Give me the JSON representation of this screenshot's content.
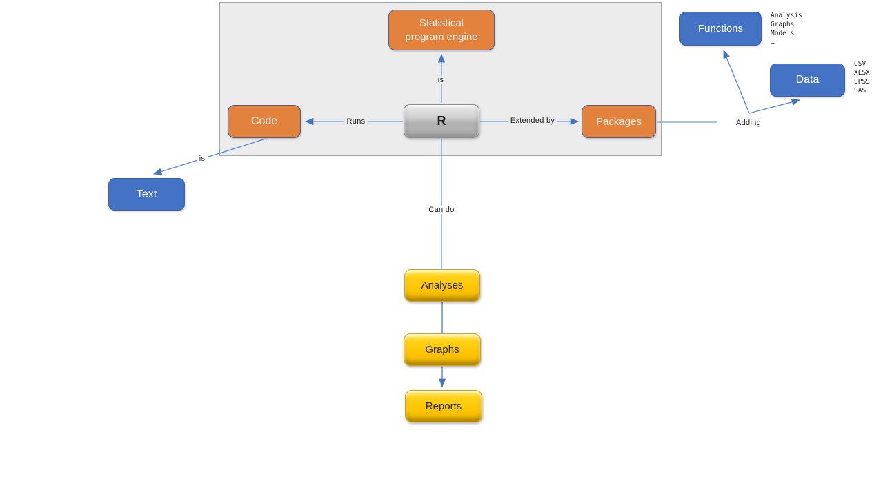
{
  "nodes": {
    "stat_engine": {
      "label": "Statistical program engine"
    },
    "code": {
      "label": "Code"
    },
    "r": {
      "label": "R"
    },
    "packages": {
      "label": "Packages"
    },
    "functions": {
      "label": "Functions"
    },
    "data": {
      "label": "Data"
    },
    "text": {
      "label": "Text"
    },
    "analyses": {
      "label": "Analyses"
    },
    "graphs": {
      "label": "Graphs"
    },
    "reports": {
      "label": "Reports"
    }
  },
  "edge_labels": {
    "r_to_engine": "is",
    "r_to_code": "Runs",
    "r_to_packages": "Extended by",
    "r_to_analyses": "Can do",
    "packages_to_addons": "Adding",
    "code_to_text": "is"
  },
  "annotations": {
    "functions_items": [
      "Analysis",
      "Graphs",
      "Models",
      "…"
    ],
    "data_items": [
      "CSV",
      "XLSX",
      "SPSS",
      "SAS"
    ]
  },
  "colors": {
    "orange_node": "#E2823D",
    "blue_node": "#4472C4",
    "yellow_node": "#FDC503",
    "gray_node": "#BCBCBC",
    "panel_fill": "#ECECEC",
    "panel_border": "#A6A6A6",
    "connector": "#7E9CD8",
    "arrowhead": "#4472C4"
  }
}
